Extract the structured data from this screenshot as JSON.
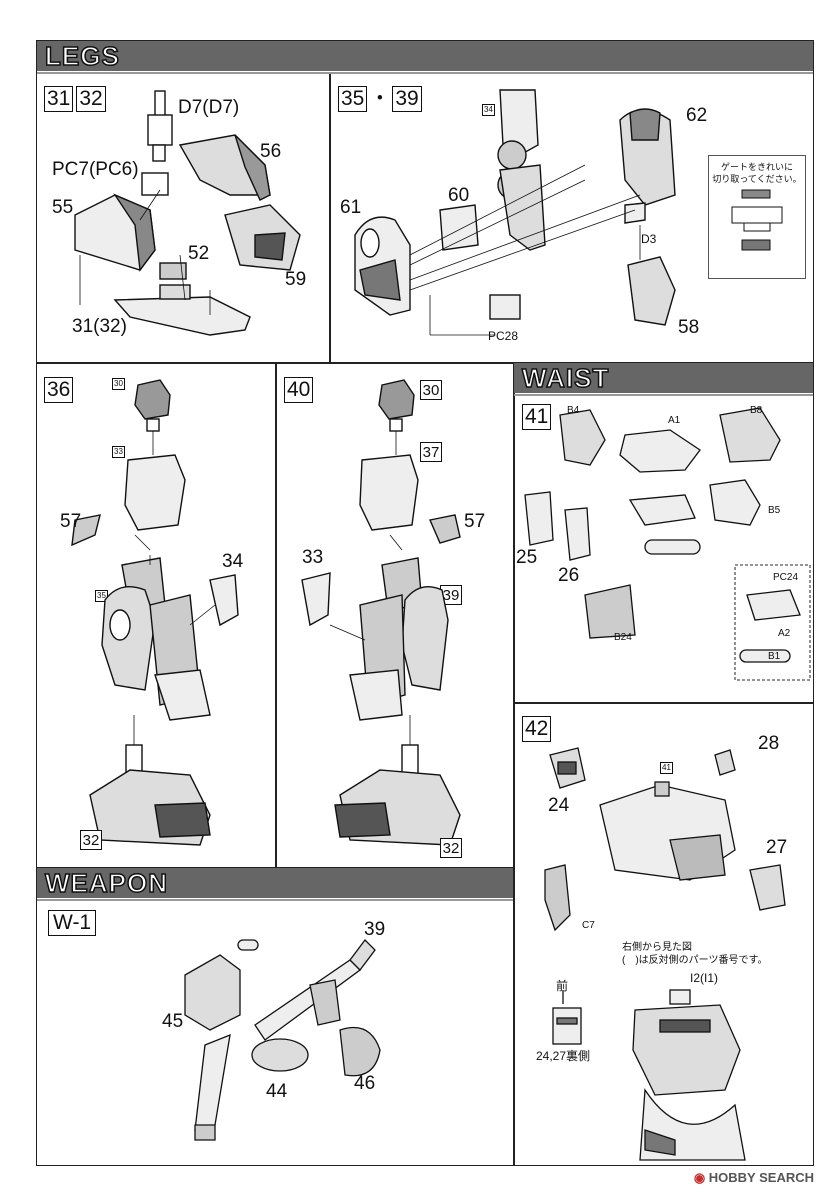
{
  "sections": {
    "legs": "LEGS",
    "waist": "WAIST",
    "weapon": "WEAPON"
  },
  "steps": {
    "s31": "31",
    "s32": "32",
    "s35": "35",
    "dot": "・",
    "s39": "39",
    "s36": "36",
    "s40": "40",
    "s41": "41",
    "s42": "42",
    "w1": "W-1"
  },
  "labels": {
    "d7": "D7(D7)",
    "pc7": "PC7(PC6)",
    "p56": "56",
    "p55": "55",
    "p52": "52",
    "p59": "59",
    "p31_32": "31(32)",
    "p62": "62",
    "p60": "60",
    "p61": "61",
    "d3": "D3",
    "pc28": "PC28",
    "p58": "58",
    "ref34": "34",
    "ref30a": "30",
    "ref33": "33",
    "p57a": "57",
    "p34": "34",
    "ref35": "35",
    "ref32a": "32",
    "ref30b": "30",
    "ref37": "37",
    "p57b": "57",
    "p33": "33",
    "ref39": "39",
    "ref32b": "32",
    "b4": "B4",
    "a1": "A1",
    "b8": "B8",
    "b5": "B5",
    "p25": "25",
    "p26": "26",
    "b24": "B24",
    "pc24": "PC24",
    "a2": "A2",
    "b1": "B1",
    "p28": "28",
    "ref41": "41",
    "p24": "24",
    "p27": "27",
    "c7": "C7",
    "p39": "39",
    "p45": "45",
    "p44": "44",
    "p46": "46"
  },
  "notes": {
    "gate_line1": "ゲートをきれいに",
    "gate_line2": "切り取ってください。",
    "side_line1": "右側から見た図",
    "side_line2": "(　)は反対側のパーツ番号です。",
    "i2": "I2(I1)",
    "front": "前",
    "rear": "24,27裏側"
  },
  "footer": {
    "brand": "HOBBY SEARCH"
  }
}
